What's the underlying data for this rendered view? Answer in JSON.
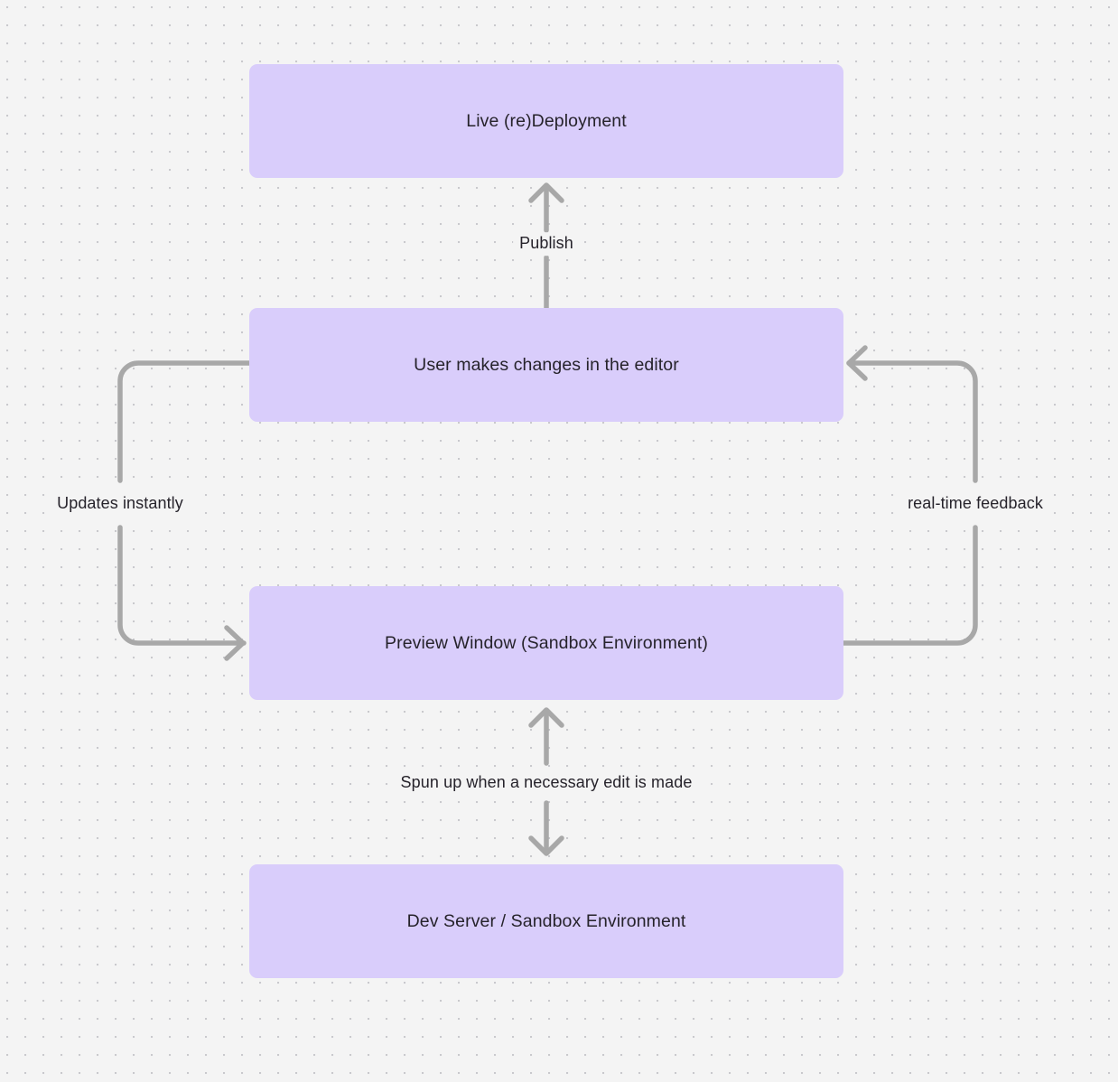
{
  "diagram": {
    "type": "flowchart",
    "background_color": "#f4f4f4",
    "node_fill_color": "#d9cdfb",
    "edge_color": "#a8a8a8",
    "text_color": "#26232b",
    "nodes": [
      {
        "id": "live",
        "label": "Live (re)Deployment"
      },
      {
        "id": "user",
        "label": "User makes changes in the editor"
      },
      {
        "id": "preview",
        "label": "Preview Window (Sandbox Environment)"
      },
      {
        "id": "dev",
        "label": "Dev Server / Sandbox Environment"
      }
    ],
    "edges": [
      {
        "id": "publish",
        "label": "Publish",
        "from": "user",
        "to": "live",
        "direction": "up"
      },
      {
        "id": "updates",
        "label": "Updates instantly",
        "from": "user",
        "to": "preview",
        "direction": "left-loop"
      },
      {
        "id": "realtime",
        "label": "real-time feedback",
        "from": "preview",
        "to": "user",
        "direction": "right-loop"
      },
      {
        "id": "spun",
        "label": "Spun up when a necessary edit is made",
        "from": "dev",
        "to": "preview",
        "direction": "bidirectional"
      }
    ]
  }
}
